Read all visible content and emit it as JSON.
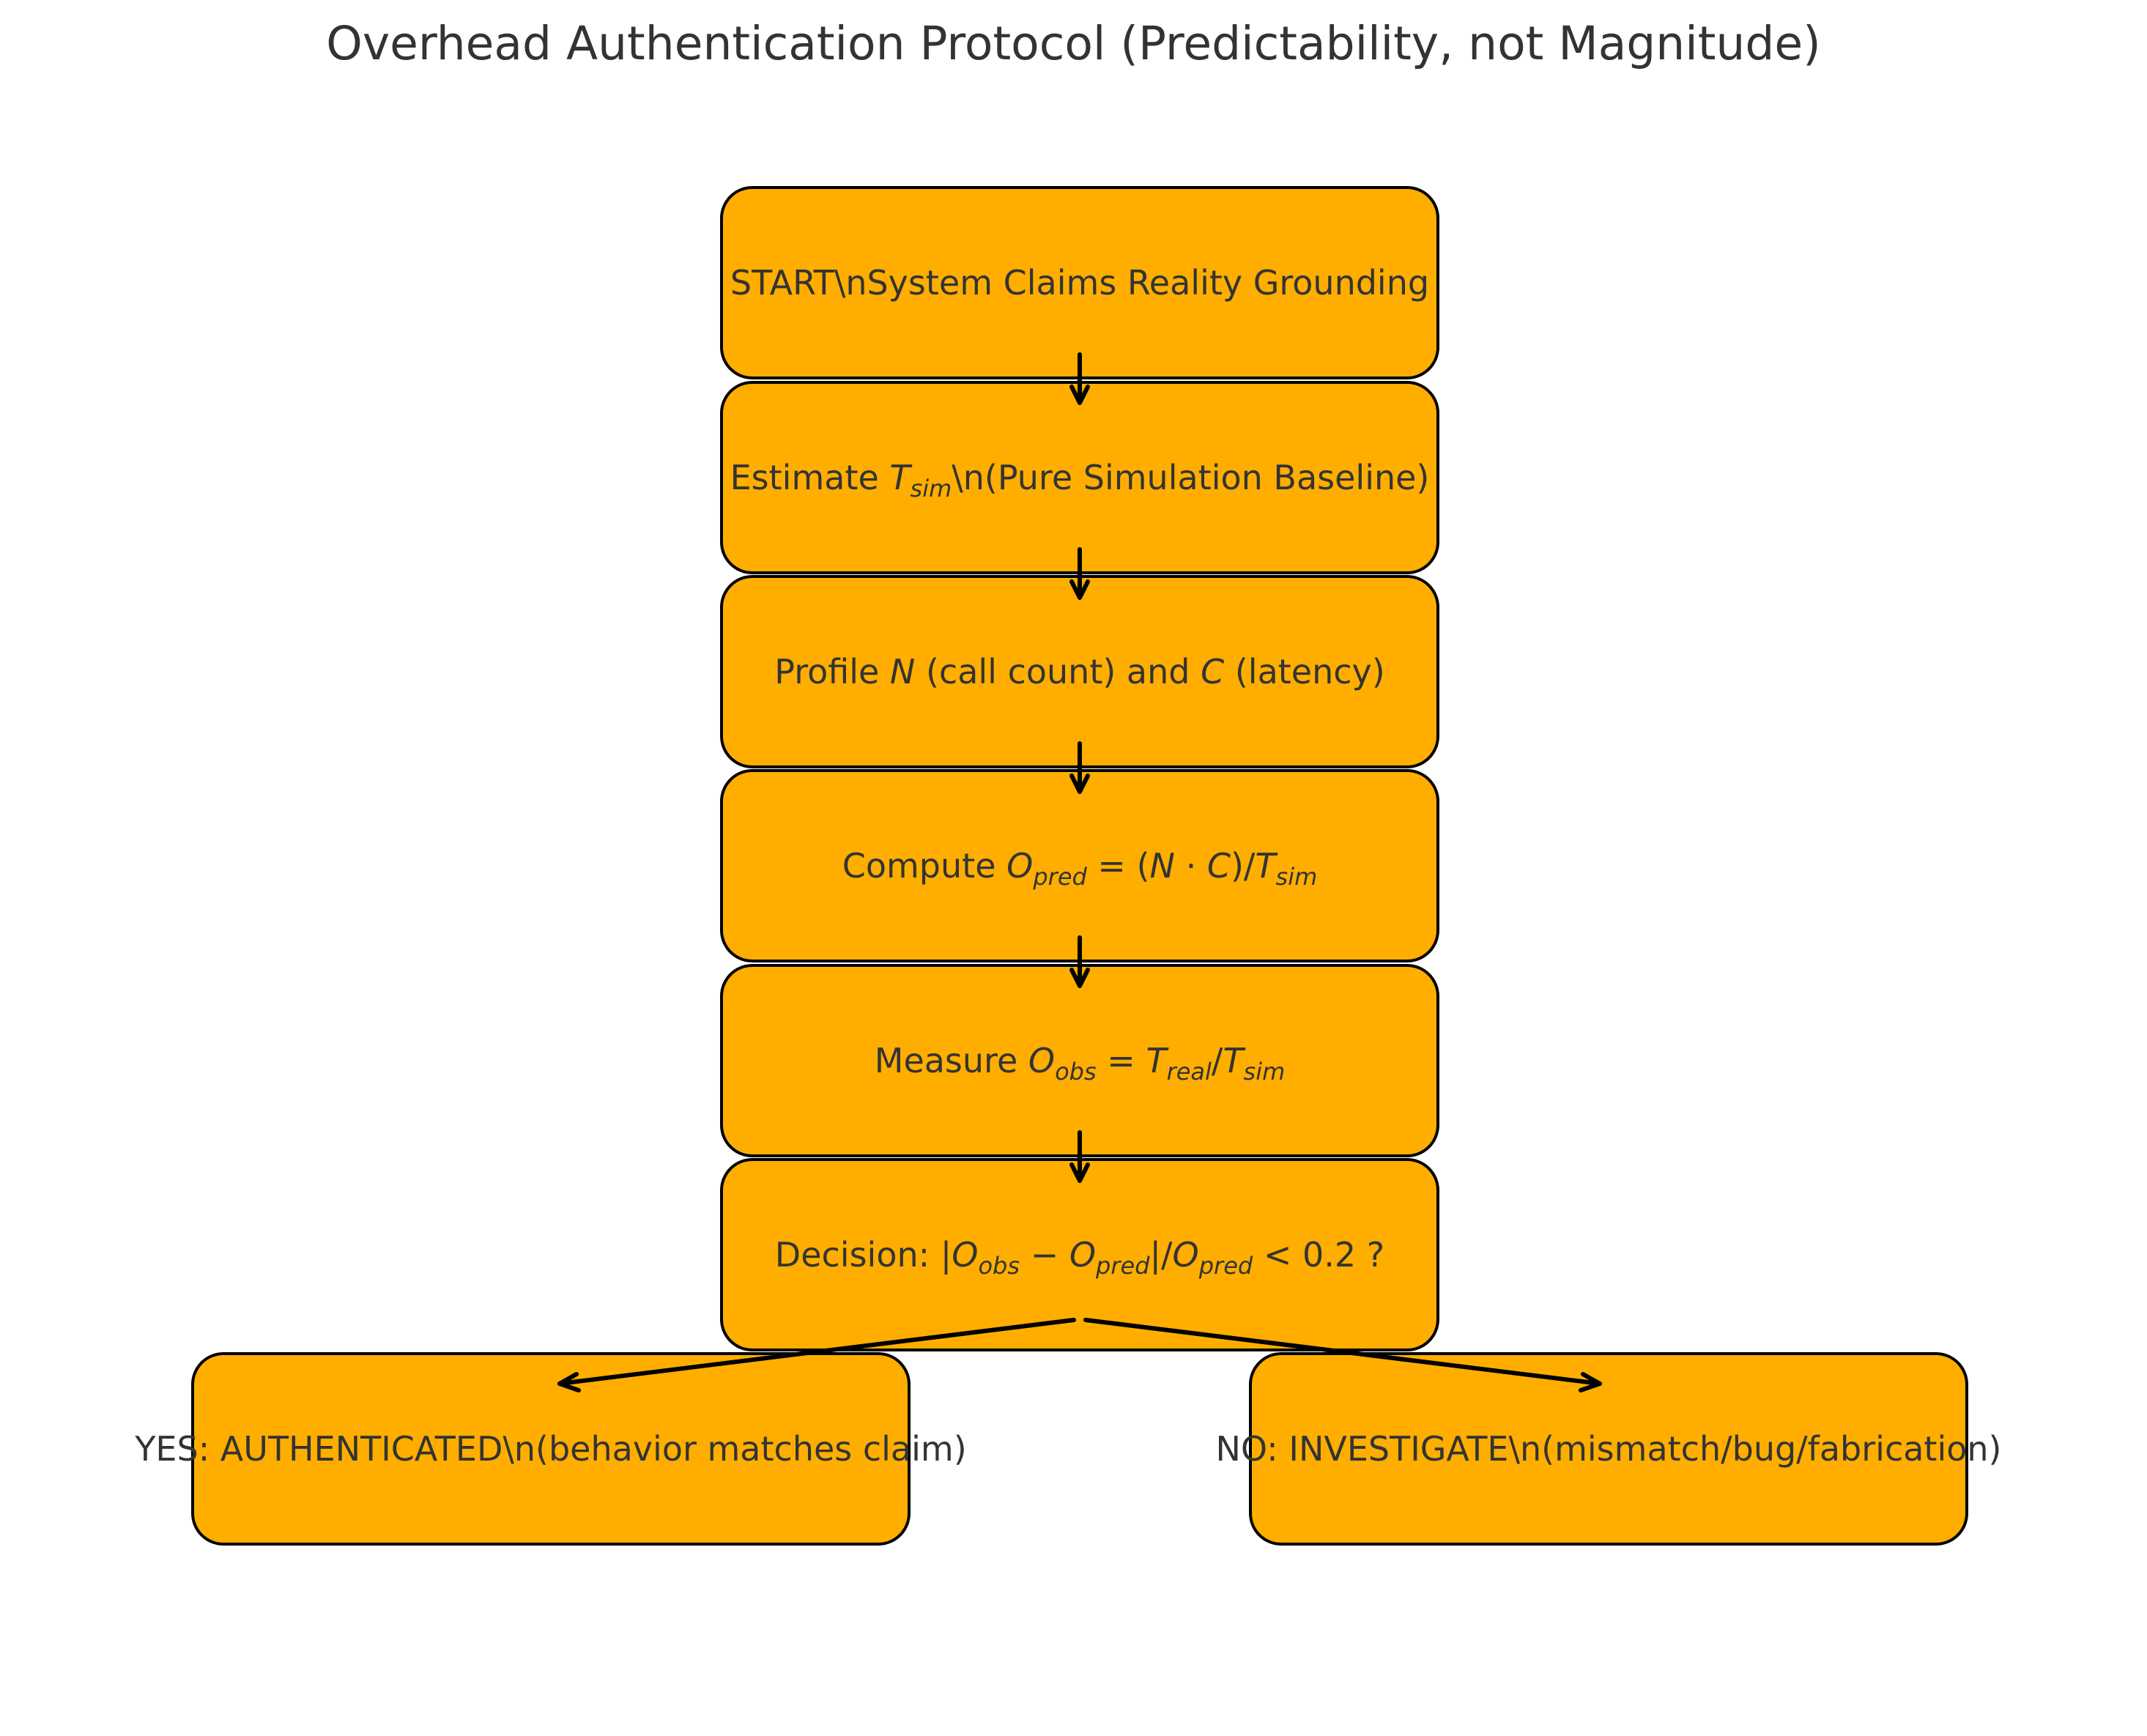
{
  "title": "Overhead Authentication Protocol (Predictability, not Magnitude)",
  "colors": {
    "node_fill": "#FFAE00",
    "node_border": "#000000",
    "text": "#333333",
    "arrow": "#000000"
  },
  "nodes": {
    "start": {
      "label": "START\\nSystem Claims Reality Grounding"
    },
    "estimate": {
      "prefix": "Estimate ",
      "var": "T",
      "sub": "sim",
      "suffix": "\\n(Pure Simulation Baseline)"
    },
    "profile": {
      "prefix": "Profile ",
      "var_n": "N",
      "middle": " (call count) and ",
      "var_c": "C",
      "suffix": " (latency)"
    },
    "compute": {
      "prefix": "Compute ",
      "lhs": "O",
      "lhs_sub": "pred",
      "eq": " = (",
      "n": "N",
      "dot": " · ",
      "c": "C",
      "close": ")/",
      "t": "T",
      "t_sub": "sim"
    },
    "measure": {
      "prefix": "Measure ",
      "lhs": "O",
      "lhs_sub": "obs",
      "eq": " = ",
      "t1": "T",
      "t1_sub": "real",
      "slash": "/",
      "t2": "T",
      "t2_sub": "sim"
    },
    "decision": {
      "prefix": "Decision: ",
      "bar1": "|",
      "o1": "O",
      "o1_sub": "obs",
      "minus": " − ",
      "o2": "O",
      "o2_sub": "pred",
      "bar2": "|/",
      "o3": "O",
      "o3_sub": "pred",
      "lt": " < 0.2",
      "suffix": " ?"
    },
    "yes": {
      "label": "YES: AUTHENTICATED\\n(behavior matches claim)"
    },
    "no": {
      "label": "NO: INVESTIGATE\\n(mismatch/bug/fabrication)"
    }
  }
}
